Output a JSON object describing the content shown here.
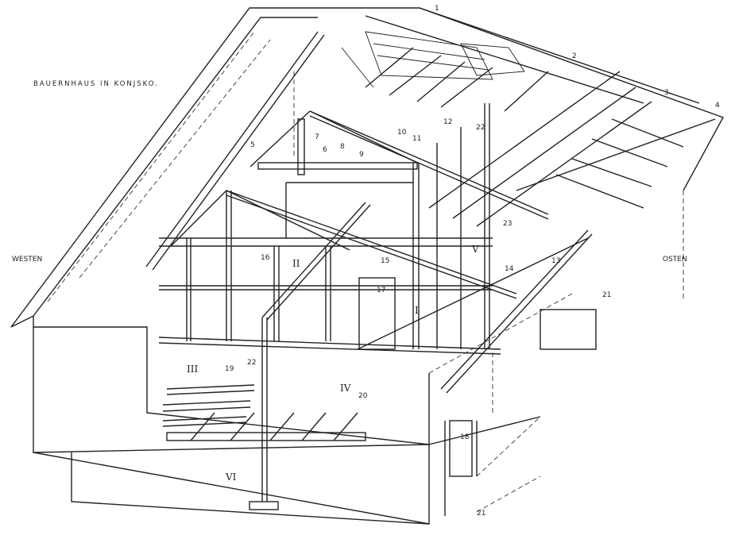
{
  "title": "BAUERNHAUS IN KONJSKO.",
  "directions": {
    "west": "WESTEN",
    "east": "OSTEN"
  },
  "labels": [
    "1",
    "2",
    "3",
    "4",
    "5",
    "6",
    "7",
    "8",
    "9",
    "10",
    "11",
    "12",
    "22",
    "23",
    "13",
    "14",
    "15",
    "16",
    "17",
    "21",
    "19",
    "22",
    "20",
    "18",
    "21"
  ],
  "rooms": [
    "I",
    "II",
    "III",
    "IV",
    "V",
    "VI"
  ]
}
